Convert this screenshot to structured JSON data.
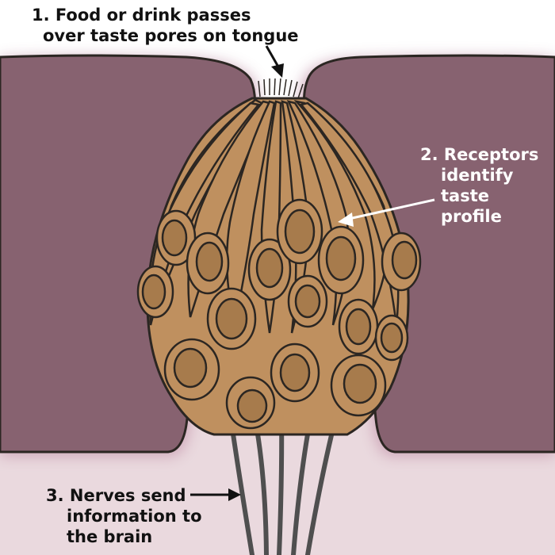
{
  "labels": {
    "step1": [
      "1. Food or drink passes",
      "over taste pores on tongue"
    ],
    "step2": [
      "2. Receptors",
      "identify",
      "taste",
      "profile"
    ],
    "step3": [
      "3. Nerves send",
      "information to",
      "the brain"
    ]
  },
  "colors": {
    "tissue": "#876270",
    "tissue_glow": "#c9a0b4",
    "underlayer": "#ead9de",
    "cell_fill": "#bf905f",
    "nucleus_fill": "#a77b4c",
    "outline": "#2b2622",
    "nerve": "#4f4f4f"
  }
}
